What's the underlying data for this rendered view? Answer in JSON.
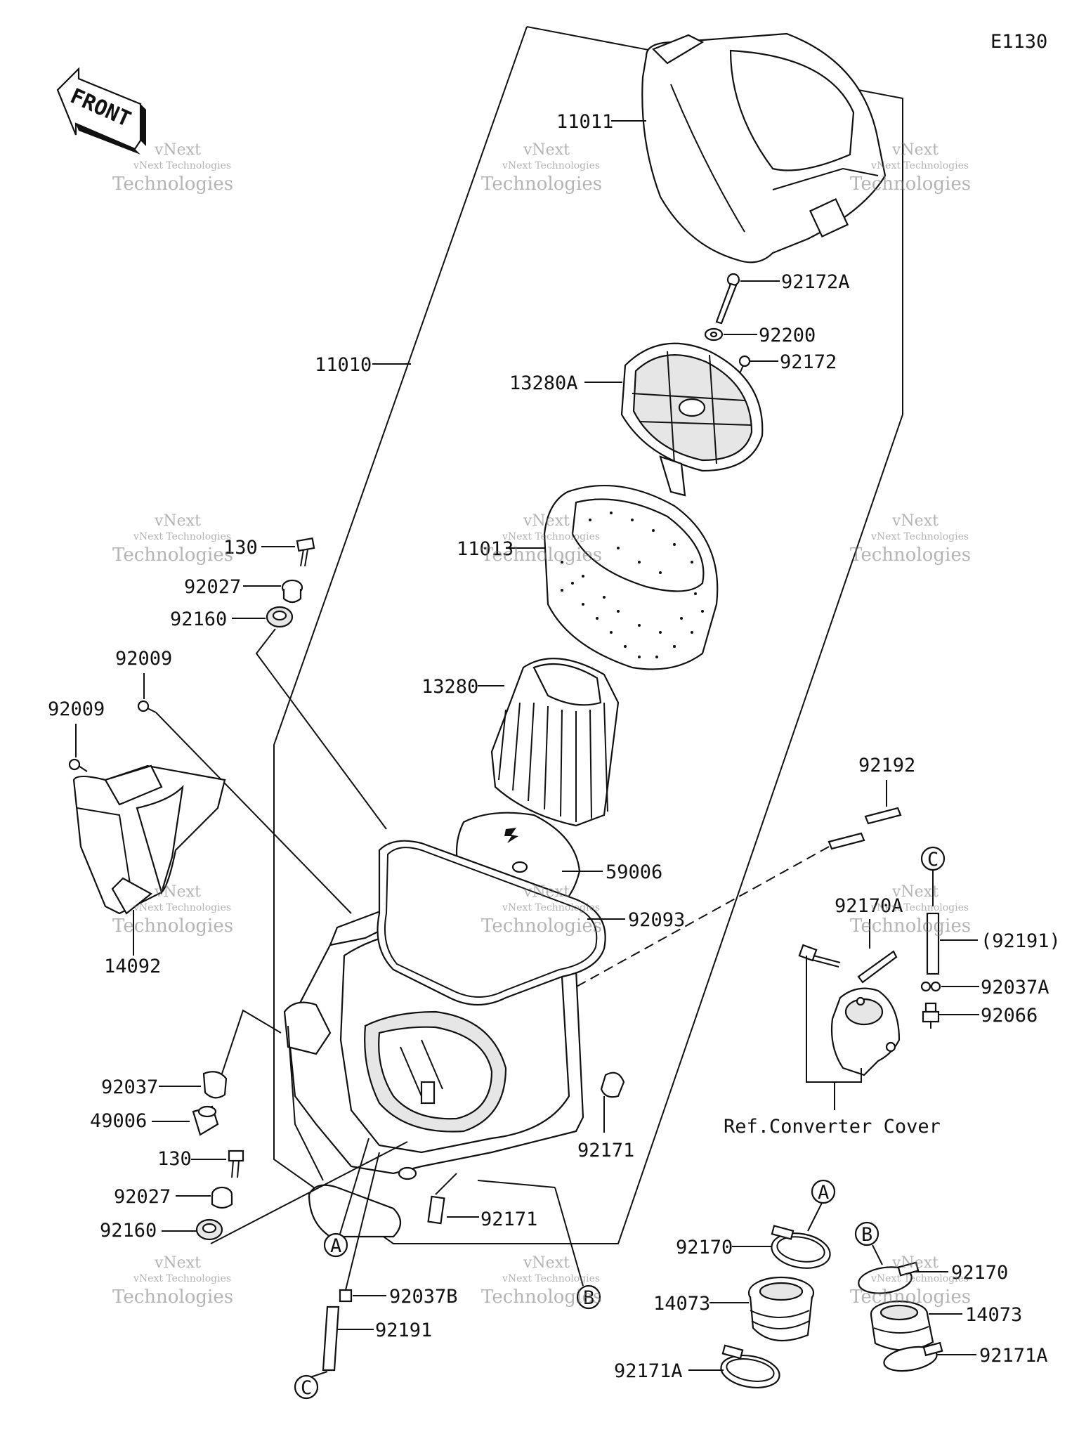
{
  "diagram_code": "E1130",
  "front_arrow_text": "FRONT",
  "watermark": {
    "line1": "vNext",
    "line2": "vNext Technologies",
    "line3": "Technologies"
  },
  "ref_note": "Ref.Converter Cover",
  "callouts": {
    "A": "A",
    "B": "B",
    "C": "C"
  },
  "parts": {
    "p11011": "11011",
    "p92172A": "92172A",
    "p92200": "92200",
    "p92172": "92172",
    "p13280A": "13280A",
    "p11010": "11010",
    "p11013": "11013",
    "p13280": "13280",
    "p130_top": "130",
    "p92027_top": "92027",
    "p92160_top": "92160",
    "p92009_a": "92009",
    "p92009_b": "92009",
    "p14092": "14092",
    "p92192": "92192",
    "p59006": "59006",
    "p92093": "92093",
    "p92170A": "92170A",
    "p92191_paren": "(92191)",
    "p92037A": "92037A",
    "p92066": "92066",
    "p92037": "92037",
    "p49006": "49006",
    "p130_bot": "130",
    "p92027_bot": "92027",
    "p92160_bot": "92160",
    "p92171_right": "92171",
    "p92171_bottom": "92171",
    "p92037B": "92037B",
    "p92191": "92191",
    "p92170_left": "92170",
    "p14073_left": "14073",
    "p92171A_left": "92171A",
    "p92170_right": "92170",
    "p14073_right": "14073",
    "p92171A_right": "92171A"
  }
}
